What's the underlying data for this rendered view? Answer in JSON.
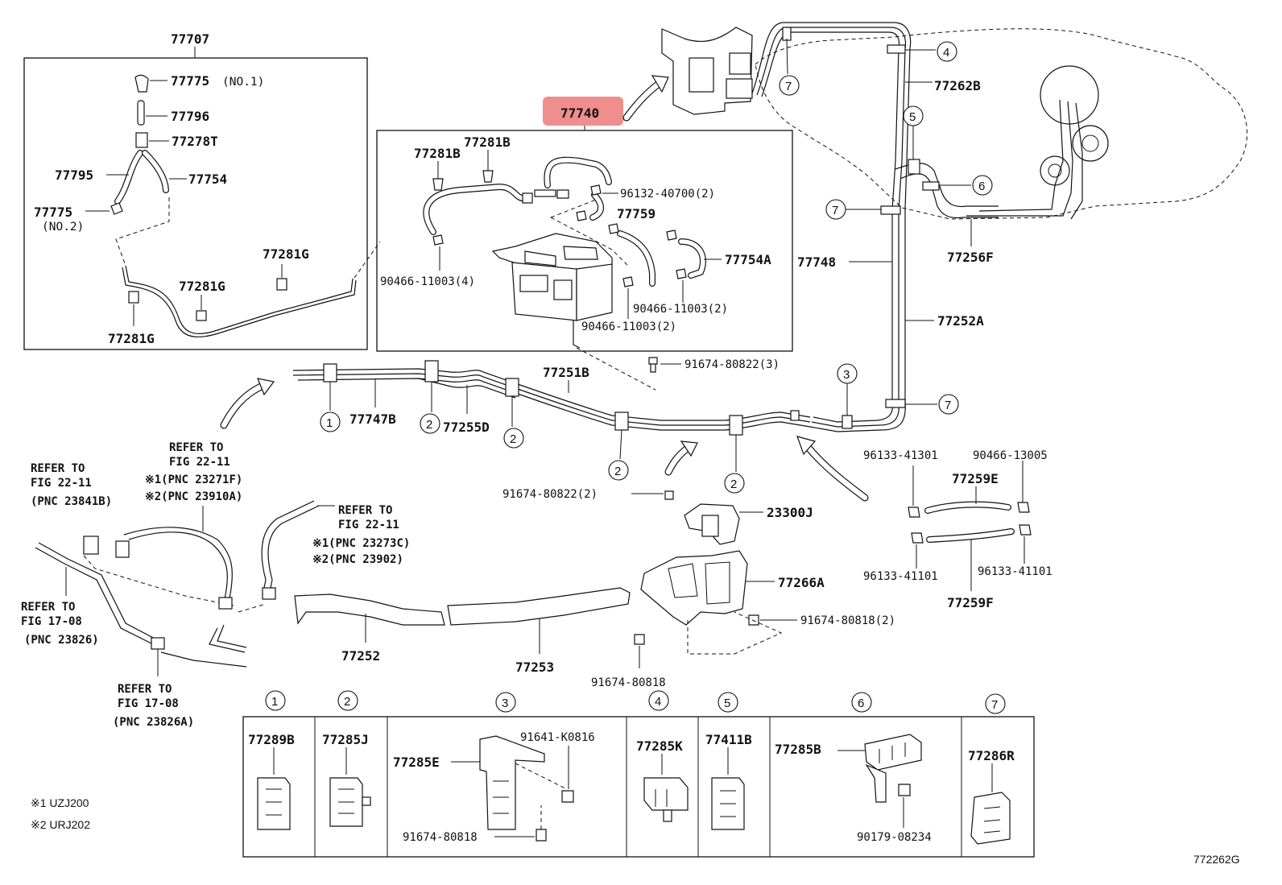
{
  "diagram": {
    "figure_id": "772262G",
    "highlighted_part": "77740",
    "boxes": {
      "upper_left": {
        "title": "77707"
      },
      "center": {
        "title": "77740"
      }
    },
    "labels": {
      "p77707": "77707",
      "p77775_1": "77775",
      "p77775_1_note": "(NO.1)",
      "p77796": "77796",
      "p77278T": "77278T",
      "p77795": "77795",
      "p77754": "77754",
      "p77775_2": "77775",
      "p77775_2_note": "(NO.2)",
      "p77281G_a": "77281G",
      "p77281G_b": "77281G",
      "p77281G_c": "77281G",
      "p77740": "77740",
      "p77281B_a": "77281B",
      "p77281B_b": "77281B",
      "p96132": "96132-40700(2)",
      "p77759": "77759",
      "p77754A": "77754A",
      "p90466_4": "90466-11003(4)",
      "p90466_2a": "90466-11003(2)",
      "p90466_2b": "90466-11003(2)",
      "p91674_3": "91674-80822(3)",
      "p77262B": "77262B",
      "p77748": "77748",
      "p77256F": "77256F",
      "p77252A": "77252A",
      "p77251B": "77251B",
      "p77747B": "77747B",
      "p77255D": "77255D",
      "p96133_41301": "96133-41301",
      "p90466_13005": "90466-13005",
      "p77259E": "77259E",
      "p96133_41101a": "96133-41101",
      "p96133_41101b": "96133-41101",
      "p77259F": "77259F",
      "p91674_2": "91674-80822(2)",
      "p23300J": "23300J",
      "p77266A": "77266A",
      "p91674_80818_2": "91674-80818(2)",
      "p91674_80818": "91674-80818",
      "p77252": "77252",
      "p77253": "77253"
    },
    "callouts": {
      "c1": "1",
      "c2": "2",
      "c3": "3",
      "c4": "4",
      "c5": "5",
      "c6": "6",
      "c7": "7"
    },
    "references": {
      "ref1_a": "REFER TO",
      "ref1_b": "FIG 22-11",
      "ref1_c": "(PNC 23841B)",
      "ref2_a": "REFER TO",
      "ref2_b": "FIG 22-11",
      "ref2_c": "※1(PNC 23271F)",
      "ref2_d": "※2(PNC 23910A)",
      "ref3_a": "REFER TO",
      "ref3_b": "FIG 22-11",
      "ref3_c": "※1(PNC 23273C)",
      "ref3_d": "※2(PNC 23902)",
      "ref4_a": "REFER TO",
      "ref4_b": "FIG 17-08",
      "ref4_c": "(PNC 23826)",
      "ref5_a": "REFER TO",
      "ref5_b": "FIG 17-08",
      "ref5_c": "(PNC 23826A)"
    },
    "notes": {
      "n1": "※1 UZJ200",
      "n2": "※2 URJ202"
    },
    "legend": [
      {
        "num": "1",
        "part": "77289B"
      },
      {
        "num": "2",
        "part": "77285J"
      },
      {
        "num": "3",
        "part": "77285E",
        "extra1": "91641-K0816",
        "extra2": "91674-80818"
      },
      {
        "num": "4",
        "part": "77285K"
      },
      {
        "num": "5",
        "part": "77411B"
      },
      {
        "num": "6",
        "part": "77285B",
        "extra1": "90179-08234"
      },
      {
        "num": "7",
        "part": "77286R"
      }
    ]
  }
}
